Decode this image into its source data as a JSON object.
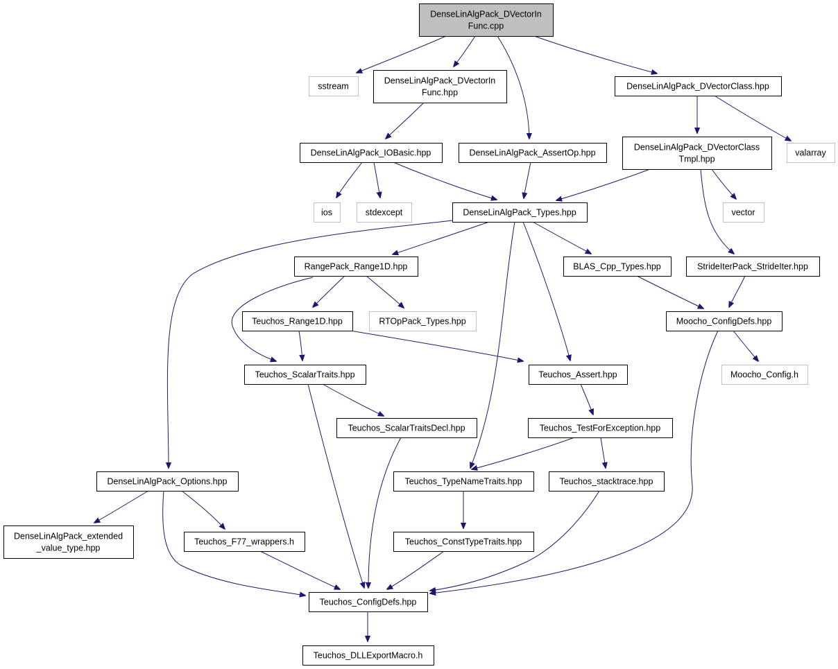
{
  "colors": {
    "edge": "#191970",
    "root_fill": "#bfbfbf",
    "node_border": "#000000",
    "system_border": "#bfbfbf",
    "background": "#ffffff"
  },
  "nodes": [
    {
      "id": "root",
      "lines": [
        "DenseLinAlgPack_DVectorIn",
        "Func.cpp"
      ],
      "kind": "root"
    },
    {
      "id": "sstream",
      "lines": [
        "sstream"
      ],
      "kind": "system"
    },
    {
      "id": "dvecinfunc_hpp",
      "lines": [
        "DenseLinAlgPack_DVectorIn",
        "Func.hpp"
      ],
      "kind": "file"
    },
    {
      "id": "dvecclass",
      "lines": [
        "DenseLinAlgPack_DVectorClass.hpp"
      ],
      "kind": "file"
    },
    {
      "id": "iobasic",
      "lines": [
        "DenseLinAlgPack_IOBasic.hpp"
      ],
      "kind": "file"
    },
    {
      "id": "assertop",
      "lines": [
        "DenseLinAlgPack_AssertOp.hpp"
      ],
      "kind": "file"
    },
    {
      "id": "dvecclasstmpl",
      "lines": [
        "DenseLinAlgPack_DVectorClass",
        "Tmpl.hpp"
      ],
      "kind": "file"
    },
    {
      "id": "valarray",
      "lines": [
        "valarray"
      ],
      "kind": "system"
    },
    {
      "id": "ios",
      "lines": [
        "ios"
      ],
      "kind": "system"
    },
    {
      "id": "stdexcept",
      "lines": [
        "stdexcept"
      ],
      "kind": "system"
    },
    {
      "id": "types",
      "lines": [
        "DenseLinAlgPack_Types.hpp"
      ],
      "kind": "file"
    },
    {
      "id": "vector",
      "lines": [
        "vector"
      ],
      "kind": "system"
    },
    {
      "id": "range1d",
      "lines": [
        "RangePack_Range1D.hpp"
      ],
      "kind": "file"
    },
    {
      "id": "blastypes",
      "lines": [
        "BLAS_Cpp_Types.hpp"
      ],
      "kind": "file"
    },
    {
      "id": "strideiter",
      "lines": [
        "StrideIterPack_StrideIter.hpp"
      ],
      "kind": "file"
    },
    {
      "id": "teuchos_range1d",
      "lines": [
        "Teuchos_Range1D.hpp"
      ],
      "kind": "file"
    },
    {
      "id": "rtoptypes",
      "lines": [
        "RTOpPack_Types.hpp"
      ],
      "kind": "system"
    },
    {
      "id": "moochoconfigdefs",
      "lines": [
        "Moocho_ConfigDefs.hpp"
      ],
      "kind": "file"
    },
    {
      "id": "scalartraits",
      "lines": [
        "Teuchos_ScalarTraits.hpp"
      ],
      "kind": "file"
    },
    {
      "id": "teuchosassert",
      "lines": [
        "Teuchos_Assert.hpp"
      ],
      "kind": "file"
    },
    {
      "id": "moochoconfig_h",
      "lines": [
        "Moocho_Config.h"
      ],
      "kind": "system"
    },
    {
      "id": "scalartraitsdecl",
      "lines": [
        "Teuchos_ScalarTraitsDecl.hpp"
      ],
      "kind": "file"
    },
    {
      "id": "testforexception",
      "lines": [
        "Teuchos_TestForException.hpp"
      ],
      "kind": "file"
    },
    {
      "id": "options",
      "lines": [
        "DenseLinAlgPack_Options.hpp"
      ],
      "kind": "file"
    },
    {
      "id": "typenametraits",
      "lines": [
        "Teuchos_TypeNameTraits.hpp"
      ],
      "kind": "file"
    },
    {
      "id": "stacktrace",
      "lines": [
        "Teuchos_stacktrace.hpp"
      ],
      "kind": "file"
    },
    {
      "id": "extvaltype",
      "lines": [
        "DenseLinAlgPack_extended",
        "_value_type.hpp"
      ],
      "kind": "file"
    },
    {
      "id": "f77wrappers",
      "lines": [
        "Teuchos_F77_wrappers.h"
      ],
      "kind": "file"
    },
    {
      "id": "consttypetraits",
      "lines": [
        "Teuchos_ConstTypeTraits.hpp"
      ],
      "kind": "file"
    },
    {
      "id": "teuchosconfigdefs",
      "lines": [
        "Teuchos_ConfigDefs.hpp"
      ],
      "kind": "file"
    },
    {
      "id": "dllexport",
      "lines": [
        "Teuchos_DLLExportMacro.h"
      ],
      "kind": "file"
    }
  ],
  "edges": [
    {
      "from": "root",
      "to": "sstream"
    },
    {
      "from": "root",
      "to": "dvecinfunc_hpp"
    },
    {
      "from": "root",
      "to": "assertop"
    },
    {
      "from": "root",
      "to": "dvecclass"
    },
    {
      "from": "dvecinfunc_hpp",
      "to": "iobasic"
    },
    {
      "from": "iobasic",
      "to": "ios"
    },
    {
      "from": "iobasic",
      "to": "stdexcept"
    },
    {
      "from": "iobasic",
      "to": "types"
    },
    {
      "from": "assertop",
      "to": "types"
    },
    {
      "from": "dvecclass",
      "to": "dvecclasstmpl"
    },
    {
      "from": "dvecclass",
      "to": "valarray"
    },
    {
      "from": "dvecclasstmpl",
      "to": "types"
    },
    {
      "from": "dvecclasstmpl",
      "to": "vector"
    },
    {
      "from": "dvecclasstmpl",
      "to": "strideiter"
    },
    {
      "from": "types",
      "to": "options"
    },
    {
      "from": "types",
      "to": "range1d"
    },
    {
      "from": "types",
      "to": "blastypes"
    },
    {
      "from": "types",
      "to": "teuchosassert"
    },
    {
      "from": "types",
      "to": "typenametraits"
    },
    {
      "from": "range1d",
      "to": "teuchos_range1d"
    },
    {
      "from": "range1d",
      "to": "rtoptypes"
    },
    {
      "from": "range1d",
      "to": "scalartraits"
    },
    {
      "from": "blastypes",
      "to": "moochoconfigdefs"
    },
    {
      "from": "strideiter",
      "to": "moochoconfigdefs"
    },
    {
      "from": "teuchos_range1d",
      "to": "scalartraits"
    },
    {
      "from": "teuchos_range1d",
      "to": "teuchosassert"
    },
    {
      "from": "moochoconfigdefs",
      "to": "moochoconfig_h"
    },
    {
      "from": "moochoconfigdefs",
      "to": "teuchosconfigdefs"
    },
    {
      "from": "scalartraits",
      "to": "scalartraitsdecl"
    },
    {
      "from": "scalartraits",
      "to": "teuchosconfigdefs"
    },
    {
      "from": "teuchosassert",
      "to": "testforexception"
    },
    {
      "from": "testforexception",
      "to": "typenametraits"
    },
    {
      "from": "testforexception",
      "to": "stacktrace"
    },
    {
      "from": "scalartraitsdecl",
      "to": "teuchosconfigdefs"
    },
    {
      "from": "options",
      "to": "extvaltype"
    },
    {
      "from": "options",
      "to": "f77wrappers"
    },
    {
      "from": "options",
      "to": "teuchosconfigdefs"
    },
    {
      "from": "typenametraits",
      "to": "consttypetraits"
    },
    {
      "from": "stacktrace",
      "to": "teuchosconfigdefs"
    },
    {
      "from": "f77wrappers",
      "to": "teuchosconfigdefs"
    },
    {
      "from": "consttypetraits",
      "to": "teuchosconfigdefs"
    },
    {
      "from": "teuchosconfigdefs",
      "to": "dllexport"
    }
  ]
}
